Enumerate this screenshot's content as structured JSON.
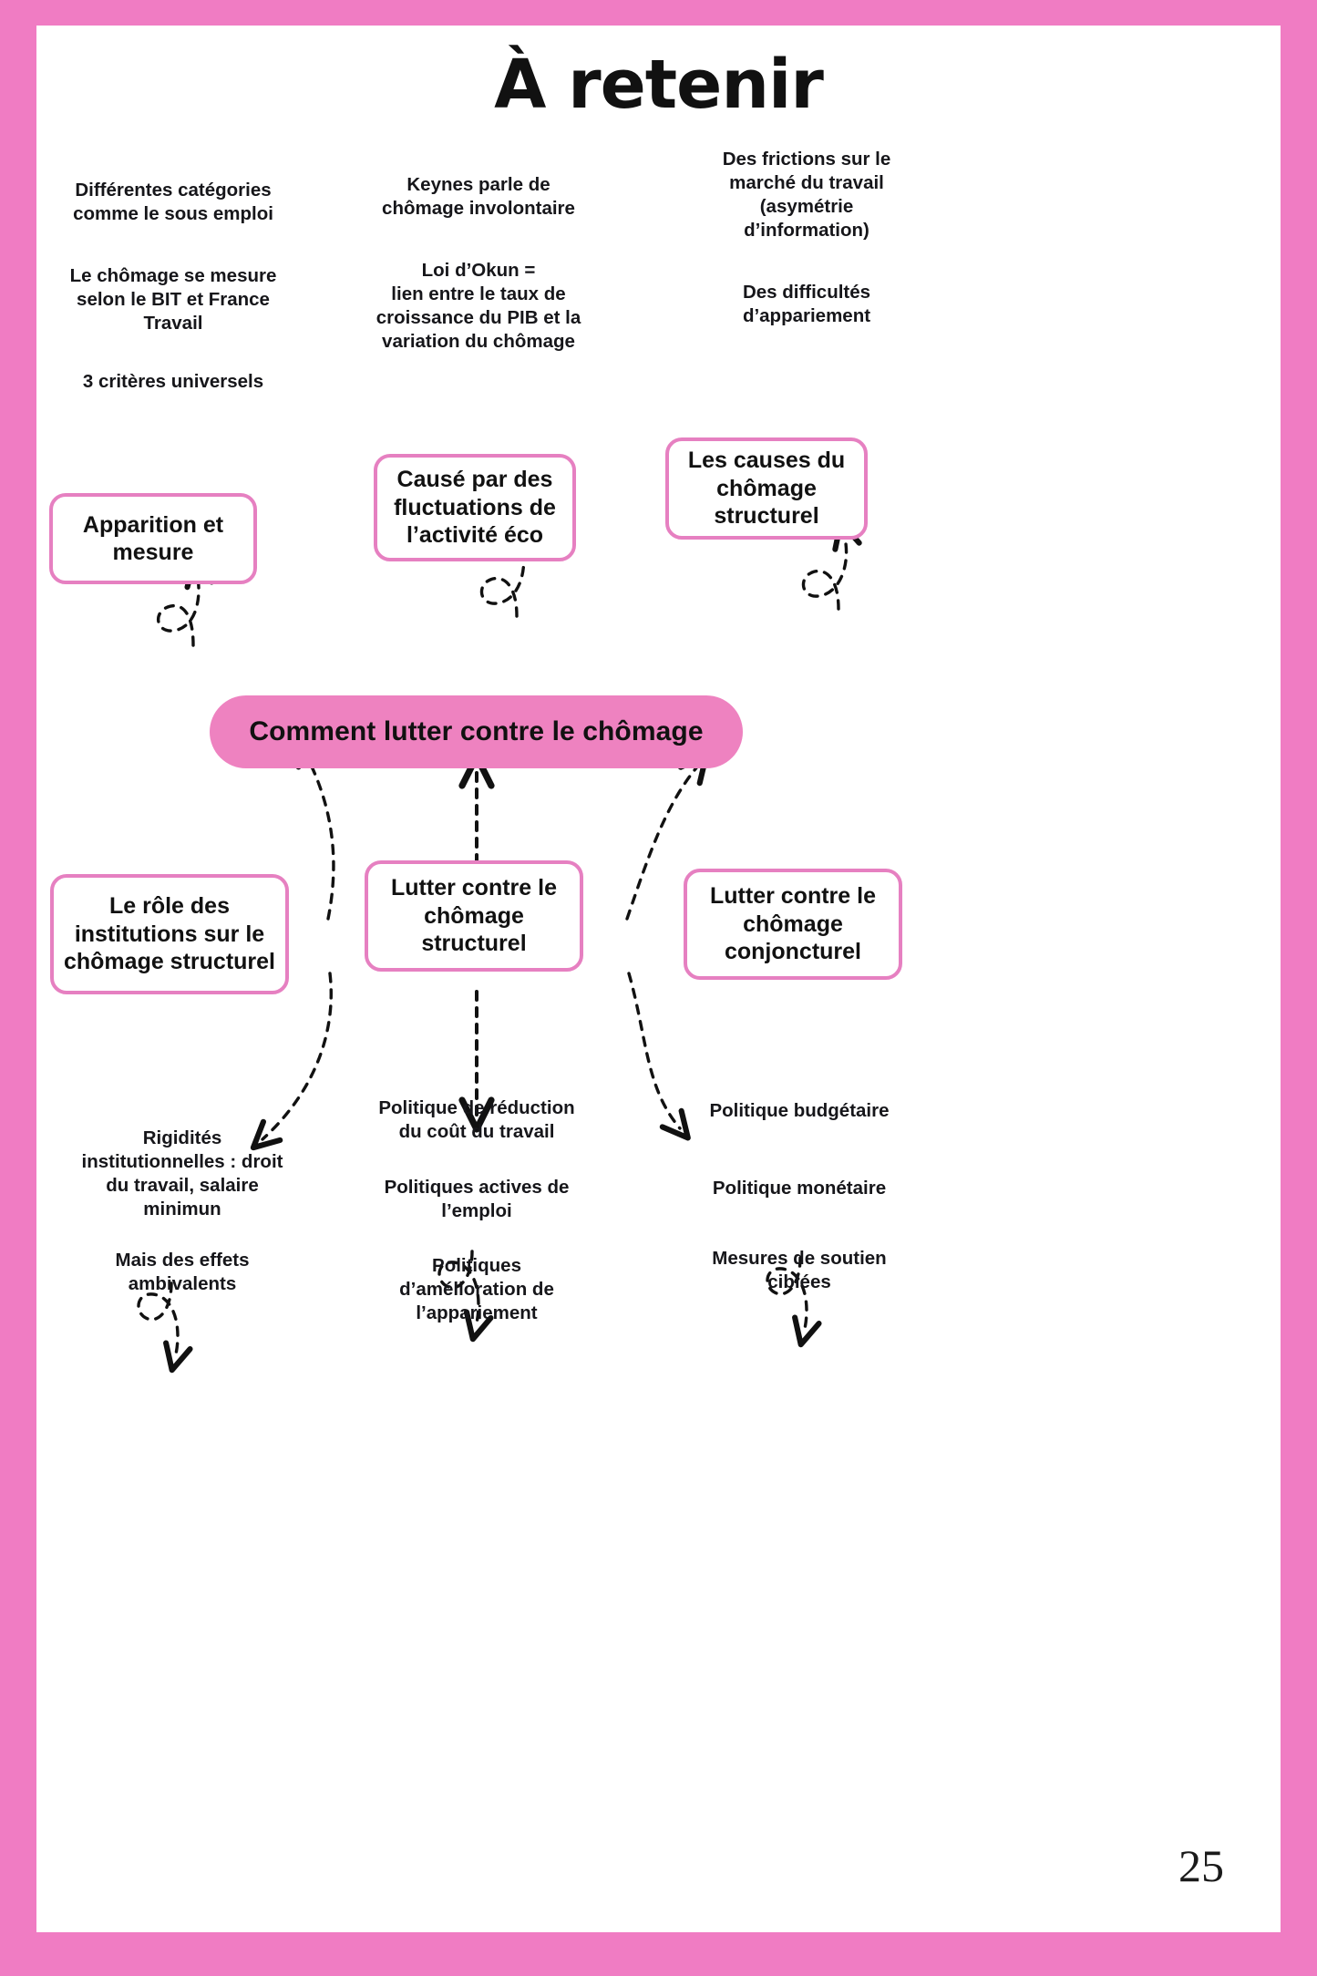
{
  "page": {
    "title": "À retenir",
    "page_number": "25",
    "frame_color": "#F07CC3",
    "box_border_color": "#E680C1",
    "pill_fill_color": "#EE82C0",
    "background_color": "#FFFFFF",
    "text_color": "#16161A"
  },
  "center_node": {
    "label": "Comment lutter contre le chômage"
  },
  "boxes": [
    {
      "id": "apparition-et-mesure",
      "label": "Apparition et\nmesure"
    },
    {
      "id": "cause-fluctuations",
      "label": "Causé par des\nfluctuations de\nl’activité éco"
    },
    {
      "id": "causes-chomage-structurel",
      "label": "Les causes du\nchômage\nstructurel"
    },
    {
      "id": "role-institutions",
      "label": "Le rôle des\ninstitutions sur le\nchômage structurel"
    },
    {
      "id": "lutter-structurel",
      "label": "Lutter contre le\nchômage\nstructurel"
    },
    {
      "id": "lutter-conjoncturel",
      "label": "Lutter contre le\nchômage\nconjoncturel"
    }
  ],
  "notes": {
    "top_left": [
      "Différentes catégories\ncomme le sous emploi",
      "Le chômage se mesure\nselon le BIT et France\nTravail",
      "3 critères universels"
    ],
    "top_center": [
      "Keynes parle de\nchômage involontaire",
      "Loi d’Okun =\nlien entre le taux de\ncroissance du PIB et la\nvariation du chômage"
    ],
    "top_right": [
      "Des frictions sur le\nmarché du travail\n(asymétrie\nd’information)",
      "Des difficultés\nd’appariement"
    ],
    "bottom_left": [
      "Rigidités\ninstitutionnelles : droit\ndu travail, salaire\nminimun",
      "Mais des effets\nambivalents"
    ],
    "bottom_center": [
      "Politique de réduction\ndu coût du travail",
      "Politiques actives de\nl’emploi",
      "Politiques\nd’amélioration de\nl’appariement"
    ],
    "bottom_right": [
      "Politique budgétaire",
      "Politique monétaire",
      "Mesures de soutien\nciblées"
    ]
  }
}
